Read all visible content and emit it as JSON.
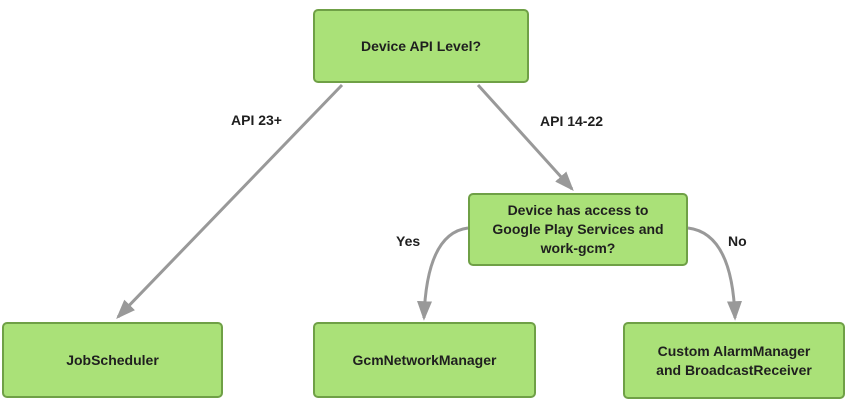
{
  "colors": {
    "node_fill": "#aae178",
    "node_border": "#6fa046",
    "arrow_color": "#999999",
    "text_color": "#1f1f1f"
  },
  "nodes": {
    "root": {
      "label": "Device API Level?"
    },
    "decision": {
      "label": "Device has access to Google Play Services and work-gcm?"
    },
    "job_scheduler": {
      "label": "JobScheduler"
    },
    "gcm_network_manager": {
      "label": "GcmNetworkManager"
    },
    "custom_alarm": {
      "label": "Custom AlarmManager and BroadcastReceiver"
    }
  },
  "edges": {
    "api_23": {
      "label": "API 23+"
    },
    "api_14_22": {
      "label": "API 14-22"
    },
    "yes": {
      "label": "Yes"
    },
    "no": {
      "label": "No"
    }
  }
}
